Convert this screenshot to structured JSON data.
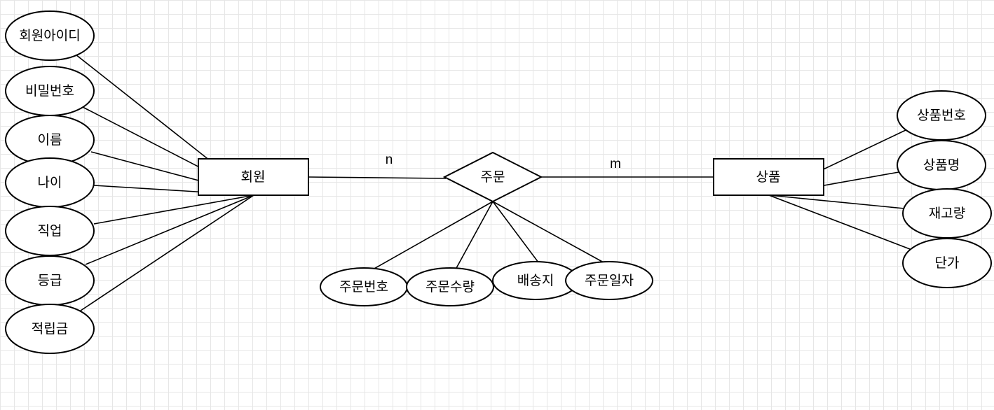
{
  "entities": {
    "member": "회원",
    "product": "상품"
  },
  "relationship": {
    "order": "주문"
  },
  "cardinality": {
    "member_side": "n",
    "product_side": "m"
  },
  "member_attributes": [
    "회원아이디",
    "비밀번호",
    "이름",
    "나이",
    "직업",
    "등급",
    "적립금"
  ],
  "order_attributes": [
    "주문번호",
    "주문수량",
    "배송지",
    "주문일자"
  ],
  "product_attributes": [
    "상품번호",
    "상품명",
    "재고량",
    "단가"
  ],
  "colors": {
    "stroke": "#000000",
    "fill": "#ffffff",
    "grid": "#e6e6e6"
  }
}
